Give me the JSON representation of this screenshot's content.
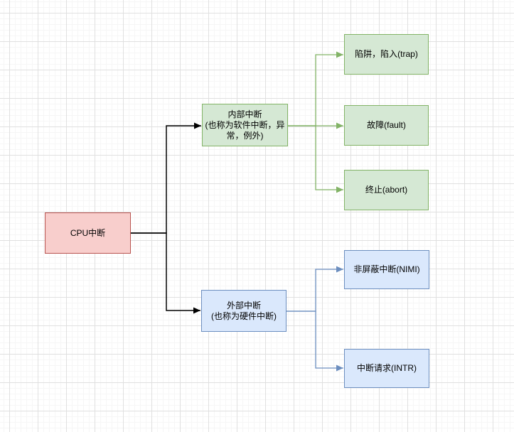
{
  "nodes": [
    {
      "id": "cpu",
      "label": "CPU中断",
      "color_scheme": "red"
    },
    {
      "id": "internal",
      "label": "内部中断\n(也称为软件中断，异\n常，例外)",
      "color_scheme": "green"
    },
    {
      "id": "external",
      "label": "外部中断\n(也称为硬件中断)",
      "color_scheme": "blue"
    },
    {
      "id": "trap",
      "label": "陷阱，陷入(trap)",
      "color_scheme": "green"
    },
    {
      "id": "fault",
      "label": "故障(fault)",
      "color_scheme": "green"
    },
    {
      "id": "abort",
      "label": "终止(abort)",
      "color_scheme": "green"
    },
    {
      "id": "nmi",
      "label": "非屏蔽中断(NIMI)",
      "color_scheme": "blue"
    },
    {
      "id": "intr",
      "label": "中断请求(INTR)",
      "color_scheme": "blue"
    }
  ],
  "edges": [
    {
      "from": "cpu",
      "to": "internal",
      "color": "#000000"
    },
    {
      "from": "cpu",
      "to": "external",
      "color": "#000000"
    },
    {
      "from": "internal",
      "to": "trap",
      "color": "#82b366"
    },
    {
      "from": "internal",
      "to": "fault",
      "color": "#82b366"
    },
    {
      "from": "internal",
      "to": "abort",
      "color": "#82b366"
    },
    {
      "from": "external",
      "to": "nmi",
      "color": "#6c8ebf"
    },
    {
      "from": "external",
      "to": "intr",
      "color": "#6c8ebf"
    }
  ],
  "palette": {
    "canvas_bg": "#ffffff",
    "grid_minor": "#f6f6f6",
    "grid_major": "#e0e0e0",
    "red_fill": "#f8cecc",
    "red_stroke": "#b85450",
    "green_fill": "#d5e8d4",
    "green_stroke": "#82b366",
    "blue_fill": "#dae8fc",
    "blue_stroke": "#6c8ebf",
    "edge_black": "#000000"
  }
}
